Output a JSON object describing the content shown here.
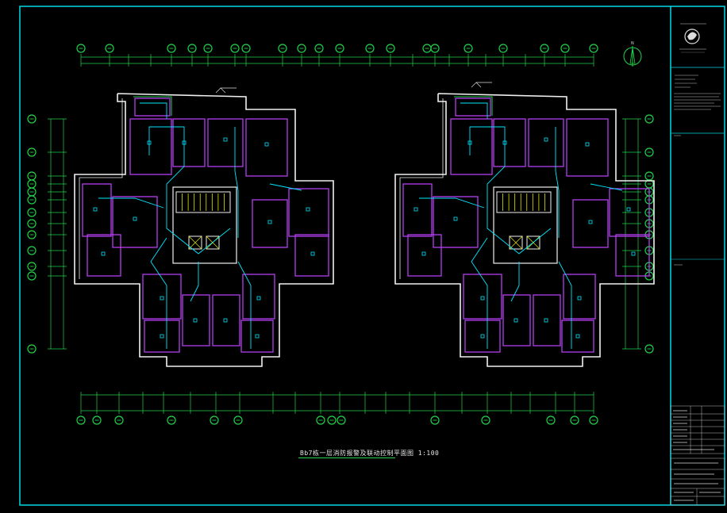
{
  "drawing": {
    "title": "Bb7栋一层消防报警及联动控制平面图 1:100",
    "view_type": "CAD electrical fire alarm floor plan",
    "colors": {
      "background": "#000000",
      "frame": "#00d7e6",
      "walls": "#f0f0f0",
      "partitions": "#b43cf0",
      "wiring": "#00e6ff",
      "dimension_lines": "#22d24b",
      "grid_bubbles": "#22d24b",
      "stairs": "#e6e600"
    },
    "north_arrow": "north-arrow-icon"
  },
  "title_block": {
    "company_logo": "company-logo-icon",
    "sections": [
      "logo",
      "project-info",
      "notes",
      "revision-table",
      "sign-off"
    ]
  }
}
